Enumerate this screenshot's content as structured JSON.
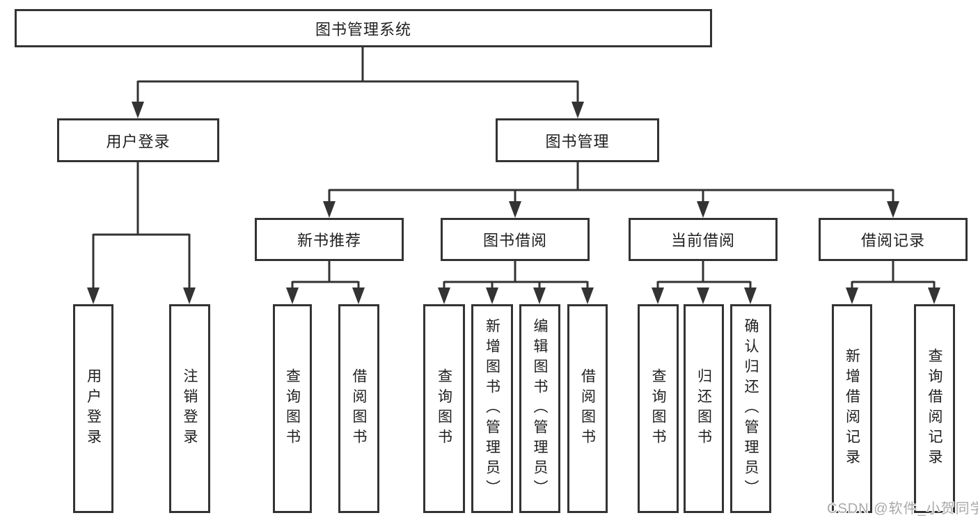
{
  "meta": {
    "background_color": "#ffffff",
    "line_color": "#333333",
    "text_color": "#1f1f1f",
    "watermark_color": "#a9a9a9"
  },
  "tree": {
    "root": {
      "label": "图书管理系统"
    },
    "branches": [
      {
        "label": "用户登录",
        "children": [
          {
            "label": "用户登录"
          },
          {
            "label": "注销登录"
          }
        ]
      },
      {
        "label": "图书管理",
        "children": [
          {
            "label": "新书推荐",
            "children": [
              {
                "label": "查询图书"
              },
              {
                "label": "借阅图书"
              }
            ]
          },
          {
            "label": "图书借阅",
            "children": [
              {
                "label": "查询图书"
              },
              {
                "label": "新增图书（管理员）"
              },
              {
                "label": "编辑图书（管理员）"
              },
              {
                "label": "借阅图书"
              }
            ]
          },
          {
            "label": "当前借阅",
            "children": [
              {
                "label": "查询图书"
              },
              {
                "label": "归还图书"
              },
              {
                "label": "确认归还（管理员）"
              }
            ]
          },
          {
            "label": "借阅记录",
            "children": [
              {
                "label": "新增借阅记录"
              },
              {
                "label": "查询借阅记录"
              }
            ]
          }
        ]
      }
    ]
  },
  "watermark": {
    "text": "CSDN @软件_小贺同学"
  }
}
